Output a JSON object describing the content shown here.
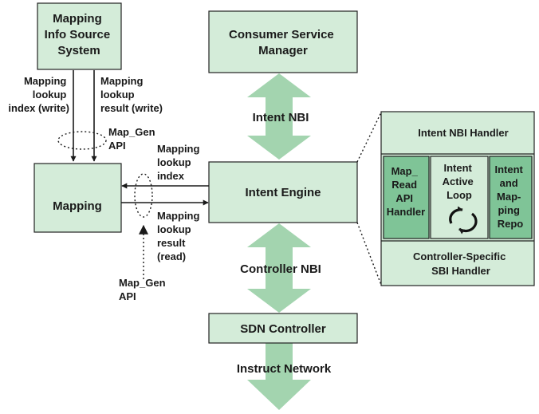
{
  "boxes": {
    "mapping_info_source": [
      "Mapping",
      "Info Source",
      "System"
    ],
    "consumer_service_manager": [
      "Consumer Service",
      "Manager"
    ],
    "mapping": [
      "Mapping"
    ],
    "intent_engine": [
      "Intent Engine"
    ],
    "sdn_controller": [
      "SDN Controller"
    ]
  },
  "interfaces": {
    "intent_nbi": "Intent NBI",
    "controller_nbi": "Controller NBI",
    "instruct_network": "Instruct Network"
  },
  "labels": {
    "lookup_index_write": [
      "Mapping",
      "lookup",
      "index (write)"
    ],
    "lookup_result_write": [
      "Mapping",
      "lookup",
      "result (write)"
    ],
    "map_gen_api_top": [
      "Map_Gen",
      "API"
    ],
    "lookup_index": [
      "Mapping",
      "lookup",
      "index"
    ],
    "lookup_result_read": [
      "Mapping",
      "lookup",
      "result",
      "(read)"
    ],
    "map_gen_api_bottom": [
      "Map_Gen",
      "API"
    ]
  },
  "detail": {
    "nbi_handler": "Intent NBI Handler",
    "map_read_api_handler": [
      "Map_",
      "Read",
      "API",
      "Handler"
    ],
    "intent_active_loop": [
      "Intent",
      "Active",
      "Loop"
    ],
    "intent_mapping_repo": [
      "Intent",
      "and",
      "Map-",
      "ping",
      "Repo"
    ],
    "sbi_handler": [
      "Controller-Specific",
      "SBI Handler"
    ]
  },
  "colors": {
    "box_fill": "#d4ecd9",
    "box_dark_fill": "#7fc497",
    "arrow_fill": "#a3d4af",
    "line": "#1a1a1a"
  }
}
